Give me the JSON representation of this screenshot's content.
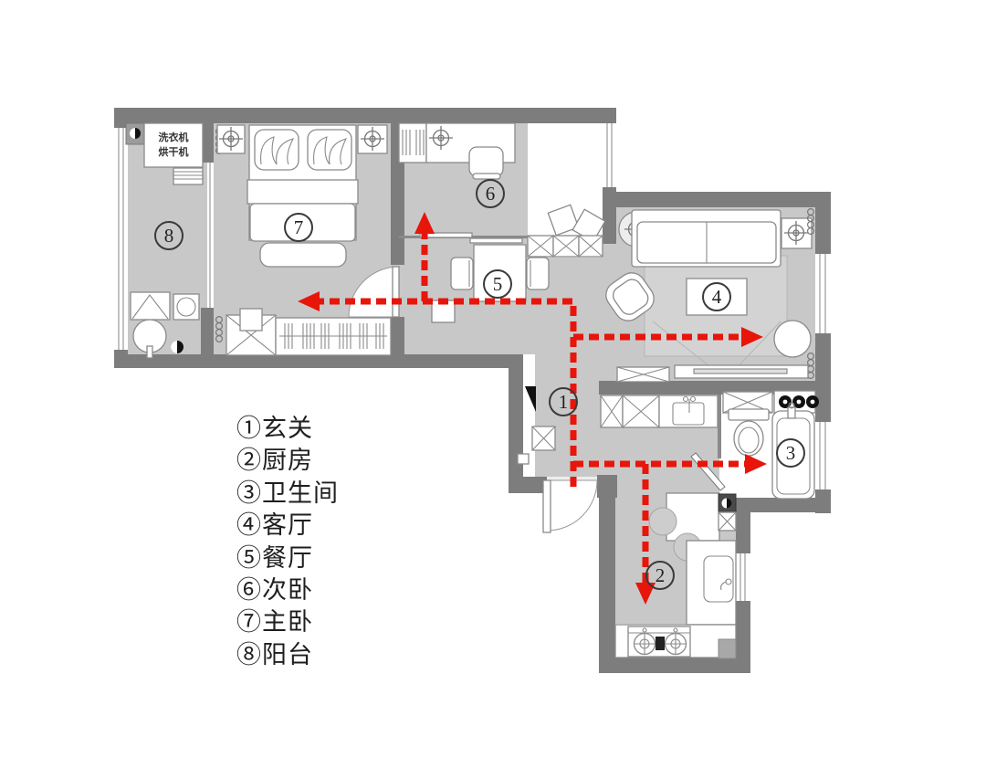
{
  "title": "apartment-floor-plan",
  "colors": {
    "wall": "#7d7d7d",
    "floor": "#c8c8c8",
    "rug": "#d3d3d3",
    "outline": "#8a8a8a",
    "route": "#e8150a",
    "ink": "#1f1f1f"
  },
  "rooms": [
    {
      "digit": "1",
      "circled": "①",
      "name": "玄关"
    },
    {
      "digit": "2",
      "circled": "②",
      "name": "厨房"
    },
    {
      "digit": "3",
      "circled": "③",
      "name": "卫生间"
    },
    {
      "digit": "4",
      "circled": "④",
      "name": "客厅"
    },
    {
      "digit": "5",
      "circled": "⑤",
      "name": "餐厅"
    },
    {
      "digit": "6",
      "circled": "⑥",
      "name": "次卧"
    },
    {
      "digit": "7",
      "circled": "⑦",
      "name": "主卧"
    },
    {
      "digit": "8",
      "circled": "⑧",
      "name": "阳台"
    }
  ],
  "appliances": {
    "washer": "洗衣机",
    "dryer": "烘干机"
  }
}
